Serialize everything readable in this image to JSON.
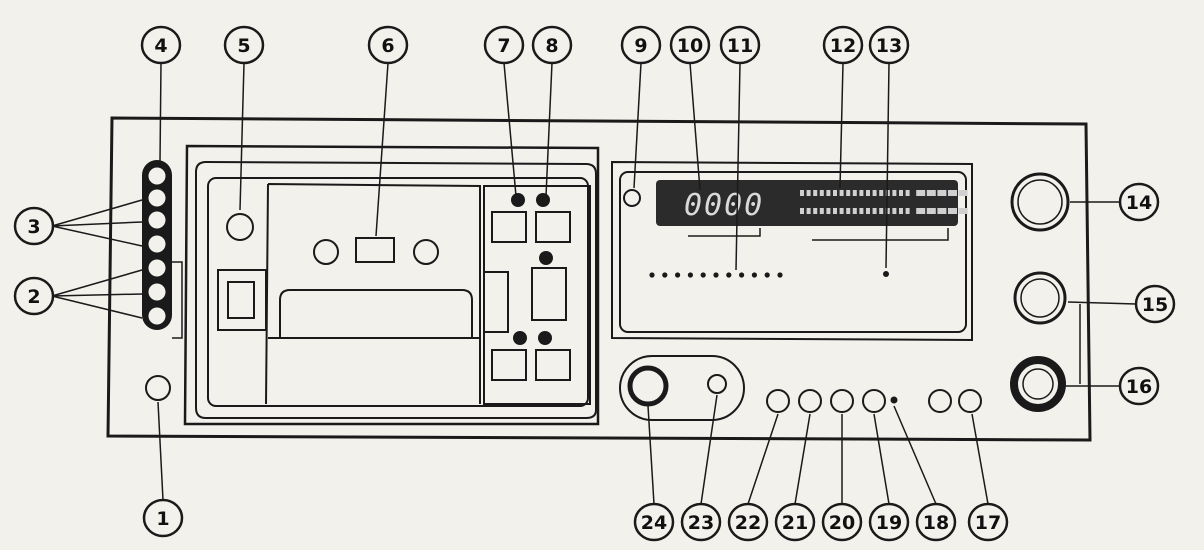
{
  "figure": {
    "display_counter": "0000",
    "callouts": [
      "1",
      "2",
      "3",
      "4",
      "5",
      "6",
      "7",
      "8",
      "9",
      "10",
      "11",
      "12",
      "13",
      "14",
      "15",
      "16",
      "17",
      "18",
      "19",
      "20",
      "21",
      "22",
      "23",
      "24"
    ]
  },
  "colors": {
    "paper": "#f3f1ec",
    "ink": "#1a1a1a",
    "display": "#2b2b2b"
  }
}
